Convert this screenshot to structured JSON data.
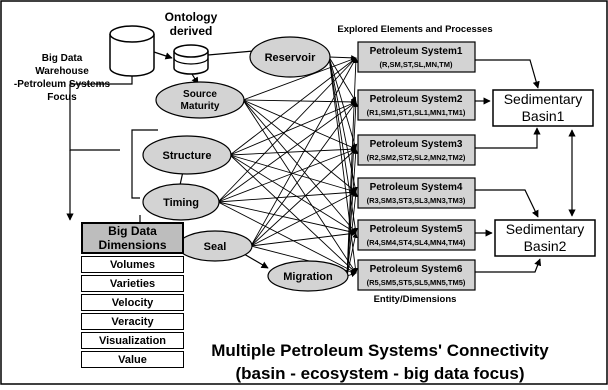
{
  "ontology": {
    "line1": "Ontology",
    "line2": "derived"
  },
  "warehouse": {
    "line1": "Big Data",
    "line2": "Warehouse",
    "line3": "-Petroleum Systems",
    "line4": "Focus"
  },
  "explored_title": "Explored Elements and Processes",
  "entity_title": "Entity/Dimensions",
  "elements": {
    "reservoir": "Reservoir",
    "source_maturity_1": "Source",
    "source_maturity_2": "Maturity",
    "structure": "Structure",
    "timing": "Timing",
    "seal": "Seal",
    "migration": "Migration"
  },
  "systems": [
    {
      "name": "Petroleum System1",
      "codes": "(R,SM,ST,SL,MN,TM)"
    },
    {
      "name": "Petroleum System2",
      "codes": "(R1,SM1,ST1,SL1,MN1,TM1)"
    },
    {
      "name": "Petroleum System3",
      "codes": "(R2,SM2,ST2,SL2,MN2,TM2)"
    },
    {
      "name": "Petroleum System4",
      "codes": "(R3,SM3,ST3,SL3,MN3,TM3)"
    },
    {
      "name": "Petroleum System5",
      "codes": "(R4,SM4,ST4,SL4,MN4,TM4)"
    },
    {
      "name": "Petroleum System6",
      "codes": "(R5,SM5,ST5,SL5,MN5,TM5)"
    }
  ],
  "basins": [
    {
      "line1": "Sedimentary",
      "line2": "Basin1"
    },
    {
      "line1": "Sedimentary",
      "line2": "Basin2"
    }
  ],
  "dimensions": {
    "header_line1": "Big Data",
    "header_line2": "Dimensions",
    "items": [
      "Volumes",
      "Varieties",
      "Velocity",
      "Veracity",
      "Visualization",
      "Value"
    ]
  },
  "caption": {
    "line1": "Multiple Petroleum Systems' Connectivity",
    "line2": "(basin - ecosystem - big data focus)"
  }
}
